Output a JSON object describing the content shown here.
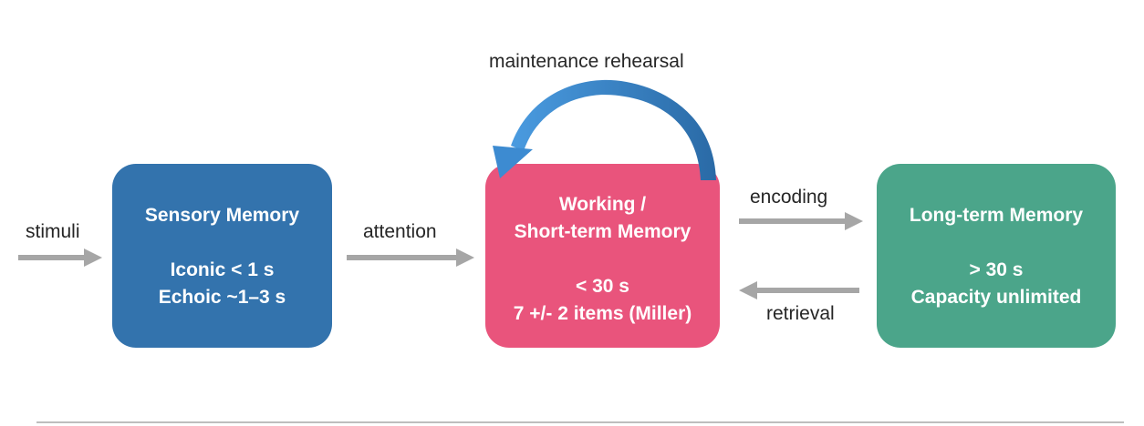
{
  "colors": {
    "sensory": "#3373ad",
    "working": "#e9547c",
    "longterm": "#4ba58a",
    "arrow": "#a6a6a6",
    "rehearsal_arrow": "#3d8bd1",
    "rehearsal_arrow_dark": "#2a6aa6"
  },
  "boxes": {
    "sensory": {
      "title": "Sensory Memory",
      "detail1": "Iconic < 1 s",
      "detail2": "Echoic ~1–3 s"
    },
    "working": {
      "title1": "Working /",
      "title2": "Short-term Memory",
      "detail1": "< 30 s",
      "detail2": "7 +/- 2 items (Miller)"
    },
    "longterm": {
      "title": "Long-term Memory",
      "detail1": "> 30 s",
      "detail2": "Capacity unlimited"
    }
  },
  "labels": {
    "stimuli": "stimuli",
    "attention": "attention",
    "encoding": "encoding",
    "retrieval": "retrieval",
    "rehearsal": "maintenance rehearsal"
  }
}
